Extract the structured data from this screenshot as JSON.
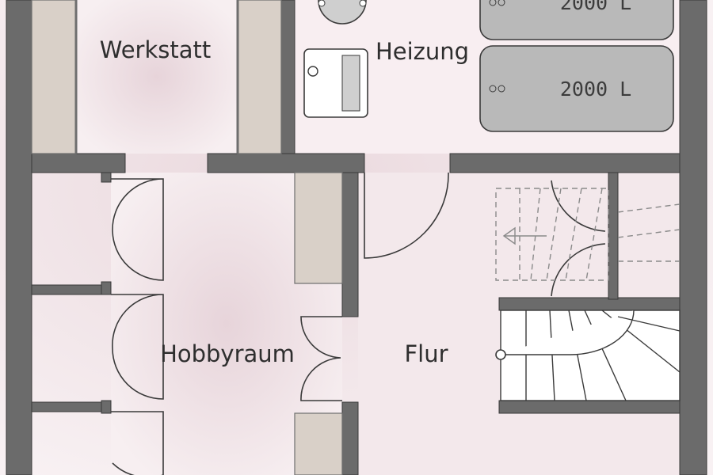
{
  "rooms": {
    "workshop": "Werkstatt",
    "heating": "Heizung",
    "hobby": "Hobbyraum",
    "hall": "Flur"
  },
  "tanks": [
    {
      "label": "2000 L"
    },
    {
      "label": "2000 L"
    }
  ],
  "colors": {
    "floor": "#f6eef0",
    "floor_shade": "#ead9de",
    "wall": "#6b6b6b",
    "cabinet": "#d9d0c8",
    "tank": "#b9b9b9"
  }
}
